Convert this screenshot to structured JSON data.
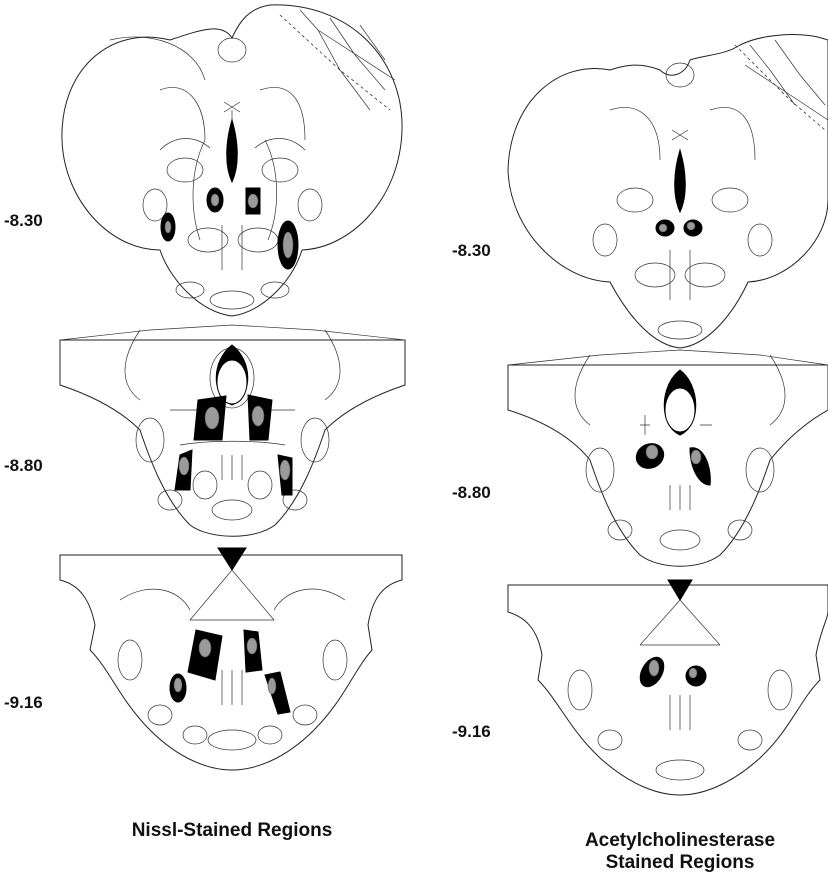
{
  "columns": [
    {
      "id": "nissl",
      "caption": "Nissl-Stained Regions",
      "caption_lines": [
        "Nissl-Stained Regions"
      ],
      "levels": [
        "-8.30",
        "-8.80",
        "-9.16"
      ]
    },
    {
      "id": "ache",
      "caption": "Acetylcholinesterase Stained Regions",
      "caption_lines": [
        "Acetylcholinesterase",
        "Stained Regions"
      ],
      "levels": [
        "-8.30",
        "-8.80",
        "-9.16"
      ]
    }
  ],
  "colors": {
    "background": "#ffffff",
    "outline": "#222222",
    "lesion": "#000000",
    "lesion_core": "#9a9a9a"
  }
}
